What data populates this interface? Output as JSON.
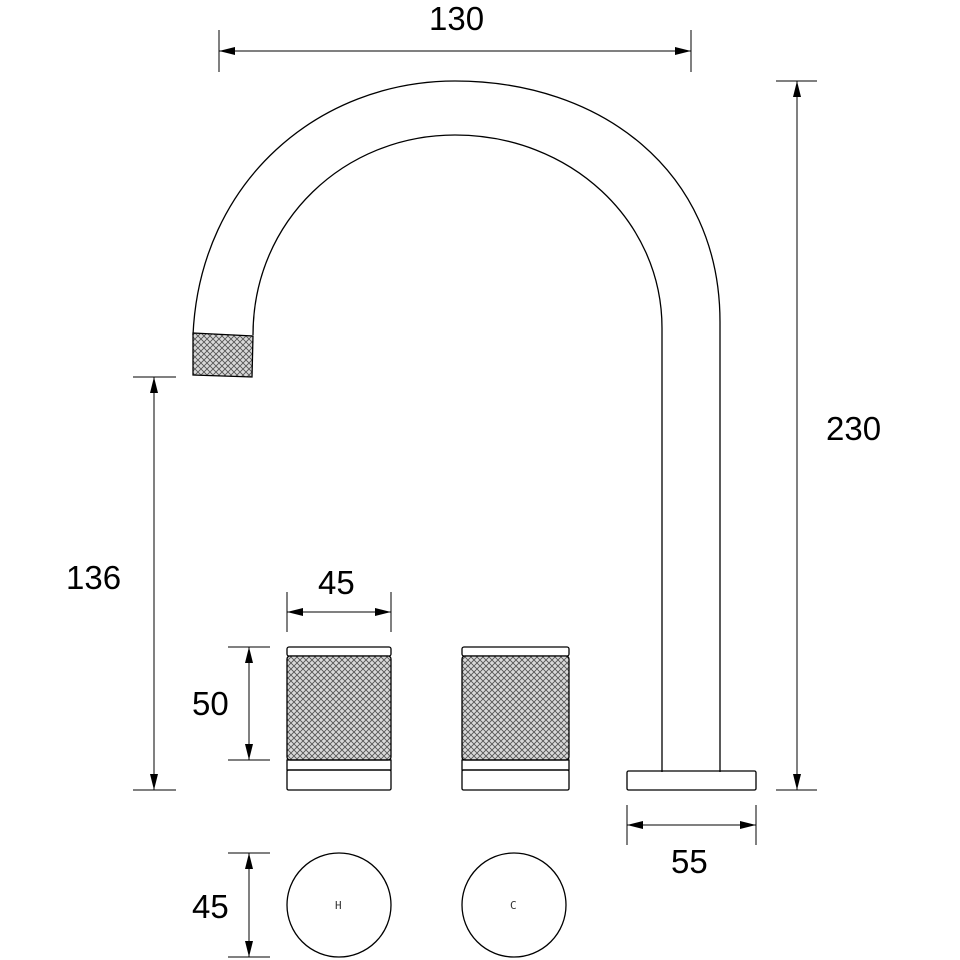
{
  "dimensions": {
    "spout_reach": "130",
    "total_height": "230",
    "spout_outlet_height": "136",
    "handle_width": "45",
    "handle_height": "50",
    "base_width": "55",
    "handle_diameter": "45"
  },
  "knobs": {
    "hot": "H",
    "cold": "C"
  }
}
